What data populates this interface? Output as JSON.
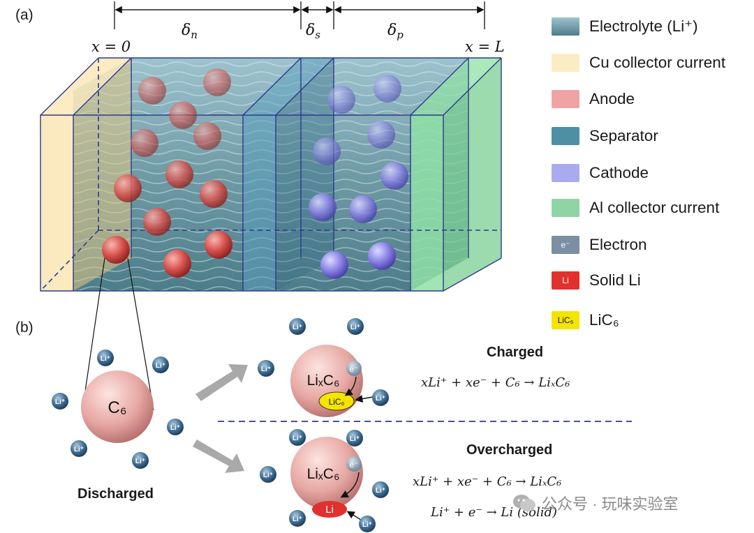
{
  "panel_a_label": "(a)",
  "panel_b_label": "(b)",
  "dimensions": {
    "delta_n": "δ",
    "delta_n_sub": "n",
    "delta_s": "δ",
    "delta_s_sub": "s",
    "delta_p": "δ",
    "delta_p_sub": "p",
    "x0": "x = 0",
    "xL": "x = L"
  },
  "legend": [
    {
      "label": "Electrolyte (Li⁺)",
      "color": "#5f8d96",
      "icon": "electrolyte-swatch",
      "text": ""
    },
    {
      "label": "Cu collector current",
      "color": "#fbecc4",
      "icon": "cu-swatch",
      "text": ""
    },
    {
      "label": "Anode",
      "color": "#f0a3a3",
      "icon": "anode-swatch",
      "text": ""
    },
    {
      "label": "Separator",
      "color": "#4e8fa6",
      "icon": "separator-swatch",
      "text": ""
    },
    {
      "label": "Cathode",
      "color": "#aaaaf0",
      "icon": "cathode-swatch",
      "text": ""
    },
    {
      "label": "Al collector current",
      "color": "#8fd4a4",
      "icon": "al-swatch",
      "text": ""
    },
    {
      "label": "Electron",
      "color": "#7c8ea2",
      "icon": "electron-swatch",
      "text": "e⁻"
    },
    {
      "label": "Solid Li",
      "color": "#e0312f",
      "icon": "solid-li-swatch",
      "text": "Li"
    },
    {
      "label": "LiC₆",
      "color": "#f4e400",
      "icon": "lic6-swatch",
      "text": "LiC₆"
    }
  ],
  "particles": {
    "discharged_core": "C₆",
    "charged_core": "LiₓC₆",
    "electron": "e⁻",
    "lic6": "LiC₆",
    "solid_li": "Li",
    "li_ion": "Li⁺"
  },
  "states": {
    "discharged": "Discharged",
    "charged": "Charged",
    "overcharged": "Overcharged"
  },
  "equations": {
    "charged": "xLi⁺ + xe⁻ + C₆ → LiₓC₆",
    "overcharged_1": "xLi⁺ + xe⁻ + C₆ → LiₓC₆",
    "overcharged_2": "Li⁺ + e⁻ → Li (solid)"
  },
  "watermark": "公众号 · 玩味实验室"
}
